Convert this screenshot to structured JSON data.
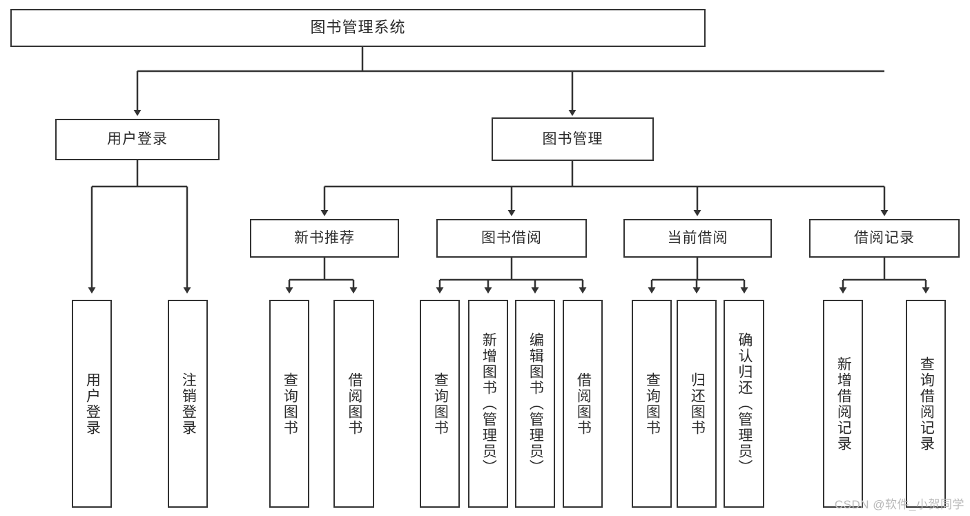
{
  "diagram": {
    "type": "tree-hierarchy",
    "title": "图书管理系统",
    "root": {
      "label": "图书管理系统"
    },
    "level2": [
      {
        "id": "user-login",
        "label": "用户登录"
      },
      {
        "id": "book-management",
        "label": "图书管理"
      }
    ],
    "level3": [
      {
        "id": "new-book-recommend",
        "label": "新书推荐",
        "parent": "book-management"
      },
      {
        "id": "book-borrow",
        "label": "图书借阅",
        "parent": "book-management"
      },
      {
        "id": "current-borrow",
        "label": "当前借阅",
        "parent": "book-management"
      },
      {
        "id": "borrow-record",
        "label": "借阅记录",
        "parent": "book-management"
      }
    ],
    "leaves": {
      "user-login": [
        {
          "id": "leaf-user-login",
          "label": "用户登录"
        },
        {
          "id": "leaf-logout-login",
          "label": "注销登录"
        }
      ],
      "new-book-recommend": [
        {
          "id": "leaf-query-book-1",
          "label": "查询图书"
        },
        {
          "id": "leaf-borrow-book-1",
          "label": "借阅图书"
        }
      ],
      "book-borrow": [
        {
          "id": "leaf-query-book-2",
          "label": "查询图书"
        },
        {
          "id": "leaf-add-book",
          "label": "新增图书（管理员）"
        },
        {
          "id": "leaf-edit-book",
          "label": "编辑图书（管理员）"
        },
        {
          "id": "leaf-borrow-book-2",
          "label": "借阅图书"
        }
      ],
      "current-borrow": [
        {
          "id": "leaf-query-book-3",
          "label": "查询图书"
        },
        {
          "id": "leaf-return-book",
          "label": "归还图书"
        },
        {
          "id": "leaf-confirm-return",
          "label": "确认归还（管理员）"
        }
      ],
      "borrow-record": [
        {
          "id": "leaf-add-record",
          "label": "新增借阅记录"
        },
        {
          "id": "leaf-query-record",
          "label": "查询借阅记录"
        }
      ]
    },
    "watermark": "CSDN @软件_小贺同学",
    "colors": {
      "stroke": "#333333",
      "text": "#2b2b2b",
      "background": "#ffffff",
      "watermark": "#b9b9b9"
    }
  }
}
